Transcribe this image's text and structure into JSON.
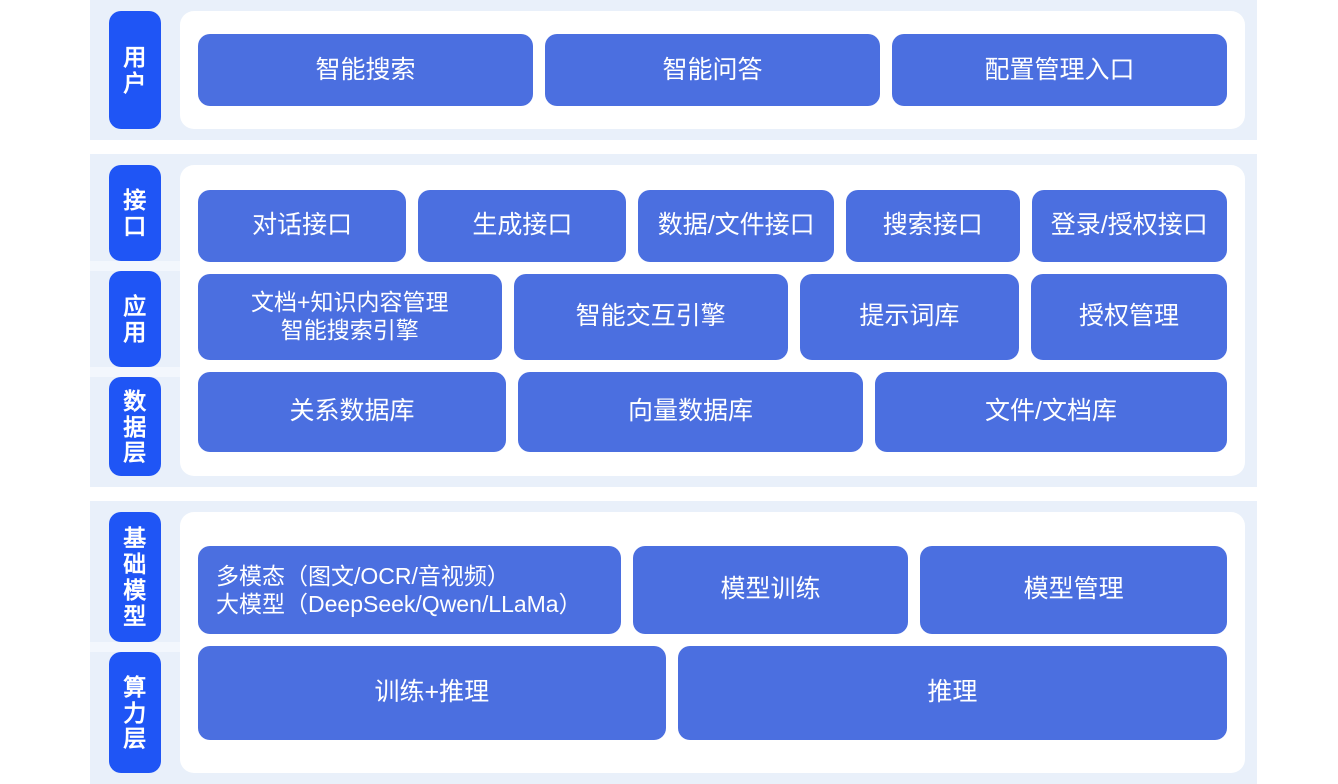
{
  "colors": {
    "band_background": "#e9f0fa",
    "card_background": "#ffffff",
    "rail_chip": "#1f55f5",
    "item_box": "#4b6fe0",
    "page_background": "#ffffff",
    "text_on_blue": "#ffffff"
  },
  "sections": [
    {
      "id": "user",
      "rails": [
        {
          "id": "user",
          "label": "用户"
        }
      ],
      "rows": [
        {
          "id": "user-entries",
          "items": [
            {
              "label": "智能搜索"
            },
            {
              "label": "智能问答"
            },
            {
              "label": "配置管理入口"
            }
          ]
        }
      ]
    },
    {
      "id": "middle",
      "rails": [
        {
          "id": "api",
          "label": "接口"
        },
        {
          "id": "application",
          "label": "应用"
        },
        {
          "id": "data-layer",
          "label": "数据层"
        }
      ],
      "rows": [
        {
          "id": "api-interfaces",
          "items": [
            {
              "label": "对话接口"
            },
            {
              "label": "生成接口"
            },
            {
              "label": "数据/文件接口"
            },
            {
              "label": "搜索接口"
            },
            {
              "label": "登录/授权接口"
            }
          ]
        },
        {
          "id": "application-modules",
          "items": [
            {
              "label": "文档+知识内容管理",
              "label2": "智能搜索引擎"
            },
            {
              "label": "智能交互引擎"
            },
            {
              "label": "提示词库"
            },
            {
              "label": "授权管理"
            }
          ]
        },
        {
          "id": "data-stores",
          "items": [
            {
              "label": "关系数据库"
            },
            {
              "label": "向量数据库"
            },
            {
              "label": "文件/文档库"
            }
          ]
        }
      ]
    },
    {
      "id": "foundation",
      "rails": [
        {
          "id": "foundation-model",
          "label": "基础模型"
        },
        {
          "id": "compute-layer",
          "label": "算力层"
        }
      ],
      "rows": [
        {
          "id": "model-capabilities",
          "items": [
            {
              "label": "多模态（图文/OCR/音视频）",
              "label2": "大模型（DeepSeek/Qwen/LLaMa）"
            },
            {
              "label": "模型训练"
            },
            {
              "label": "模型管理"
            }
          ]
        },
        {
          "id": "compute-capabilities",
          "items": [
            {
              "label": "训练+推理"
            },
            {
              "label": "推理"
            }
          ]
        }
      ]
    }
  ]
}
